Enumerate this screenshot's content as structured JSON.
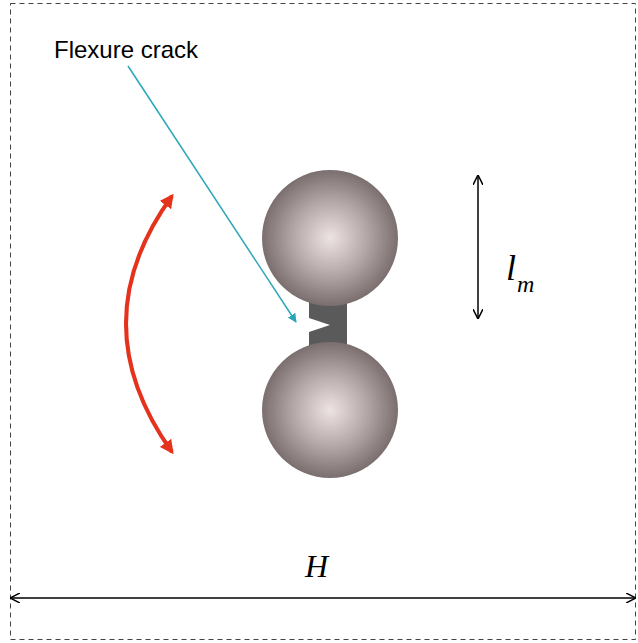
{
  "diagram": {
    "labels": [
      "Flexure crack",
      "l",
      "m",
      "H"
    ]
  }
}
